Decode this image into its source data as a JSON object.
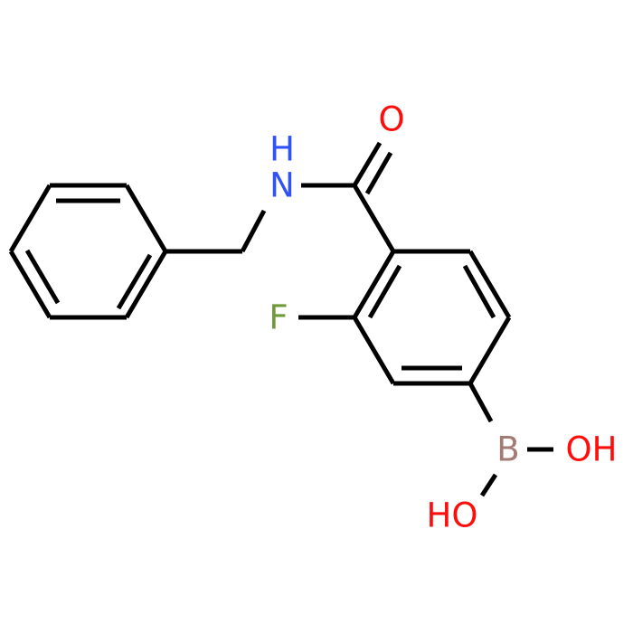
{
  "molecule": {
    "colors": {
      "bond": "#000000",
      "N": "#3050f8",
      "O": "#ff0d0d",
      "F": "#6f9a3a",
      "B": "#a37a74"
    },
    "atoms": {
      "N": {
        "text": "N",
        "element": "N"
      },
      "H_N": {
        "text": "H",
        "element": "N"
      },
      "O_carbonyl": {
        "text": "O",
        "element": "O"
      },
      "F": {
        "text": "F",
        "element": "F"
      },
      "B": {
        "text": "B",
        "element": "B"
      },
      "OH_right": {
        "text": "OH",
        "element": "O"
      },
      "HO_lower": {
        "text": "HO",
        "element": "O"
      }
    }
  }
}
